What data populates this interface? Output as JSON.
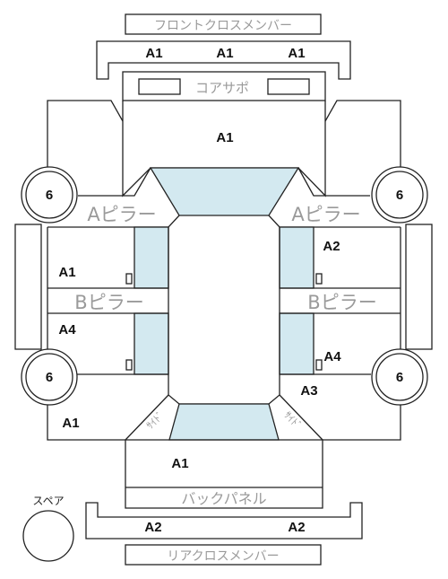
{
  "panels": {
    "front_cross_member": "フロントクロスメンバー",
    "core_support": "コアサポ",
    "a_pillar": "Aピラー",
    "b_pillar": "Bピラー",
    "back_panel": "バックパネル",
    "rear_cross_member": "リアクロスメンバー",
    "side_sill": "ｻｲﾄﾞ",
    "spare": "スペア"
  },
  "tire_grade": "6",
  "grades": {
    "front_member_left": "A1",
    "front_member_center": "A1",
    "front_member_right": "A1",
    "hood": "A1",
    "front_left_door": "A1",
    "front_right_door": "A2",
    "rear_left_door": "A4",
    "rear_right_door": "A4",
    "right_quarter": "A3",
    "left_quarter": "A1",
    "trunk": "A1",
    "rear_member_left": "A2",
    "rear_member_right": "A2"
  },
  "colors": {
    "glass": "#d3e9f0",
    "outline": "#222222",
    "panel_label": "#9a9a9a"
  }
}
